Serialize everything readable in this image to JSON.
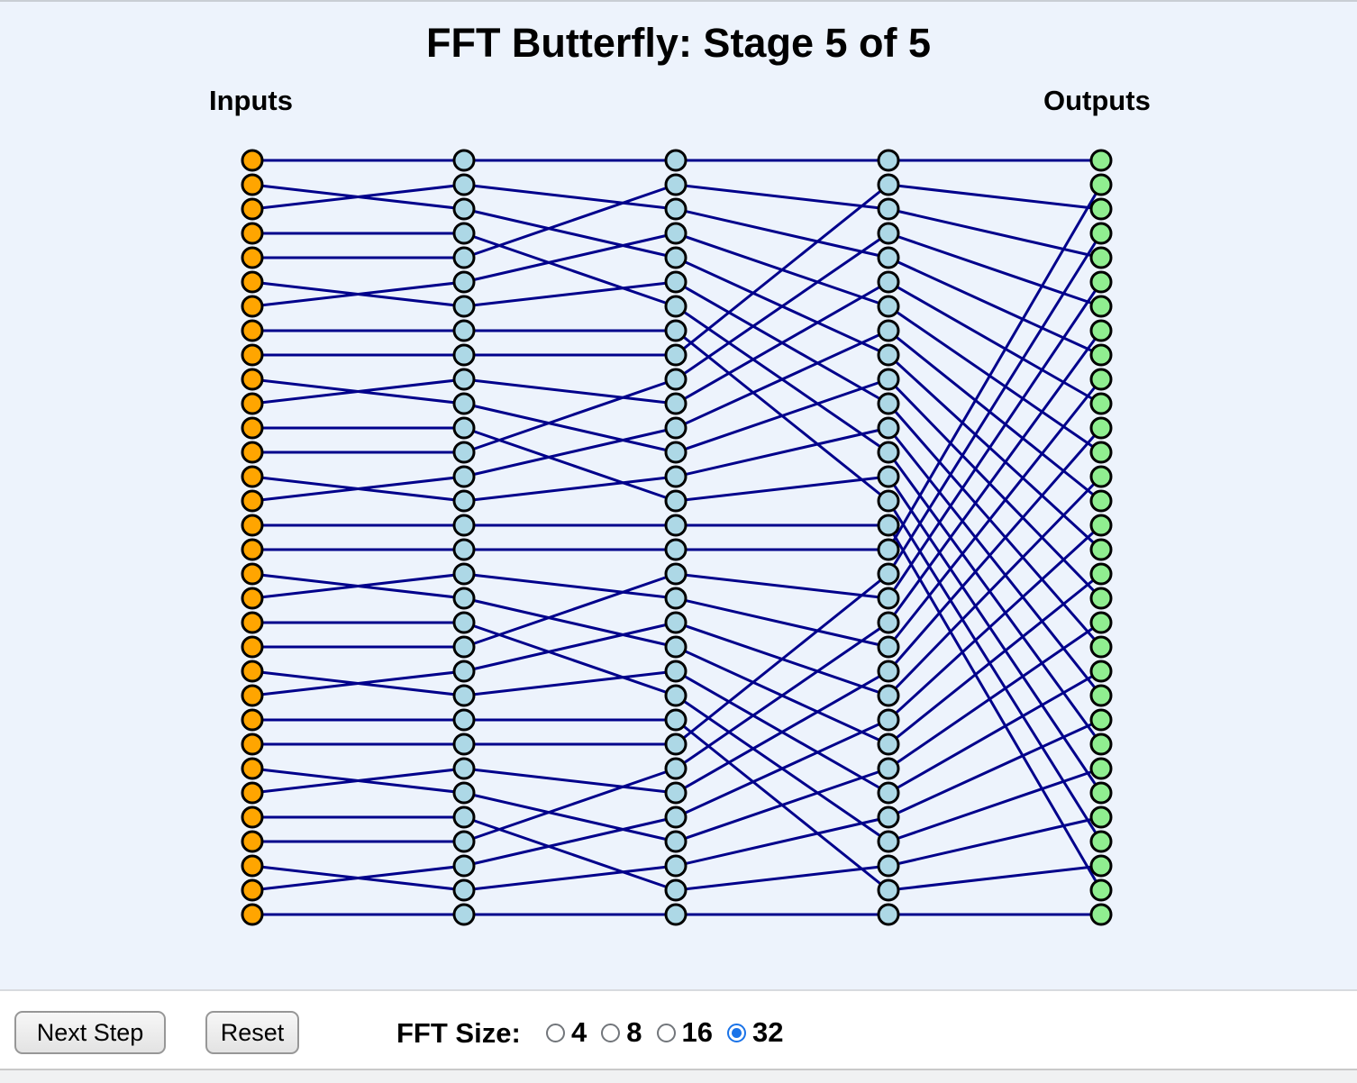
{
  "title": "FFT Butterfly: Stage 5 of 5",
  "labels": {
    "inputs": "Inputs",
    "outputs": "Outputs"
  },
  "diagram": {
    "num_rows": 32,
    "num_columns": 5,
    "column_x": [
      280,
      515,
      750,
      986,
      1222
    ],
    "row_y_start": 176,
    "row_spacing": 27,
    "node_radius": 11,
    "node_stroke_color": "#000000",
    "node_stroke_width": 3,
    "edge_color": "#00008B",
    "edge_width": 3,
    "background_color": "#EDF3FC",
    "node_colors": {
      "input": "#FFA500",
      "intermediate": "#ADD8E6",
      "output": "#90EE90"
    },
    "stages": [
      {
        "block_size": 4,
        "targets": [
          0,
          2,
          1,
          3,
          4,
          6,
          5,
          7,
          8,
          10,
          9,
          11,
          12,
          14,
          13,
          15,
          16,
          18,
          17,
          19,
          20,
          22,
          21,
          23,
          24,
          26,
          25,
          27,
          28,
          30,
          29,
          31
        ]
      },
      {
        "block_size": 8,
        "targets": [
          0,
          2,
          4,
          6,
          1,
          3,
          5,
          7,
          8,
          10,
          12,
          14,
          9,
          11,
          13,
          15,
          16,
          18,
          20,
          22,
          17,
          19,
          21,
          23,
          24,
          26,
          28,
          30,
          25,
          27,
          29,
          31
        ]
      },
      {
        "block_size": 16,
        "targets": [
          0,
          2,
          4,
          6,
          8,
          10,
          12,
          14,
          1,
          3,
          5,
          7,
          9,
          11,
          13,
          15,
          16,
          18,
          20,
          22,
          24,
          26,
          28,
          30,
          17,
          19,
          21,
          23,
          25,
          27,
          29,
          31
        ]
      },
      {
        "block_size": 32,
        "targets": [
          0,
          2,
          4,
          6,
          8,
          10,
          12,
          14,
          16,
          18,
          20,
          22,
          24,
          26,
          28,
          30,
          1,
          3,
          5,
          7,
          9,
          11,
          13,
          15,
          17,
          19,
          21,
          23,
          25,
          27,
          29,
          31
        ]
      }
    ]
  },
  "toolbar": {
    "next_label": "Next Step",
    "reset_label": "Reset",
    "fft_size_label": "FFT Size:",
    "options": [
      {
        "label": "4",
        "checked": false
      },
      {
        "label": "8",
        "checked": false
      },
      {
        "label": "16",
        "checked": false
      },
      {
        "label": "32",
        "checked": true
      }
    ],
    "radio_checked_color": "#1A73E8"
  }
}
